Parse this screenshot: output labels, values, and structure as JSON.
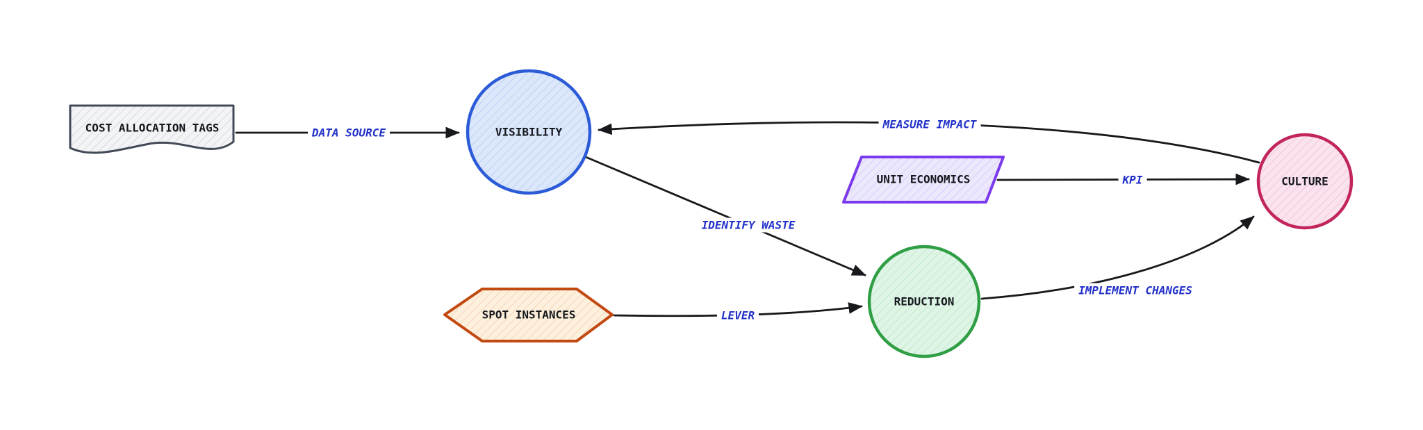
{
  "diagram": {
    "title": "",
    "background": "#ffffff",
    "colors": {
      "edge": "#17191c",
      "edge_label": "#2231c8",
      "node_label": "#15181e"
    },
    "nodes": [
      {
        "id": "cost_allocation_tags",
        "label": "COST ALLOCATION TAGS",
        "shape": "document",
        "border": "#434a57",
        "fill": "#f3f4f6"
      },
      {
        "id": "visibility",
        "label": "VISIBILITY",
        "shape": "circle",
        "border": "#2b5bd7",
        "fill": "#dbe7fa"
      },
      {
        "id": "unit_economics",
        "label": "UNIT ECONOMICS",
        "shape": "parallelogram",
        "border": "#7c3aed",
        "fill": "#ece8fb"
      },
      {
        "id": "culture",
        "label": "CULTURE",
        "shape": "circle",
        "border": "#c2255c",
        "fill": "#fae3ef"
      },
      {
        "id": "spot_instances",
        "label": "SPOT INSTANCES",
        "shape": "hexagon",
        "border": "#c2490f",
        "fill": "#fdf0dc"
      },
      {
        "id": "reduction",
        "label": "REDUCTION",
        "shape": "circle",
        "border": "#2f9e44",
        "fill": "#def5e6"
      }
    ],
    "edges": [
      {
        "from": "cost_allocation_tags",
        "to": "visibility",
        "label": "DATA SOURCE"
      },
      {
        "from": "culture",
        "to": "visibility",
        "label": "MEASURE IMPACT"
      },
      {
        "from": "visibility",
        "to": "reduction",
        "label": "IDENTIFY WASTE"
      },
      {
        "from": "spot_instances",
        "to": "reduction",
        "label": "LEVER"
      },
      {
        "from": "unit_economics",
        "to": "culture",
        "label": "KPI"
      },
      {
        "from": "reduction",
        "to": "culture",
        "label": "IMPLEMENT CHANGES"
      }
    ]
  }
}
